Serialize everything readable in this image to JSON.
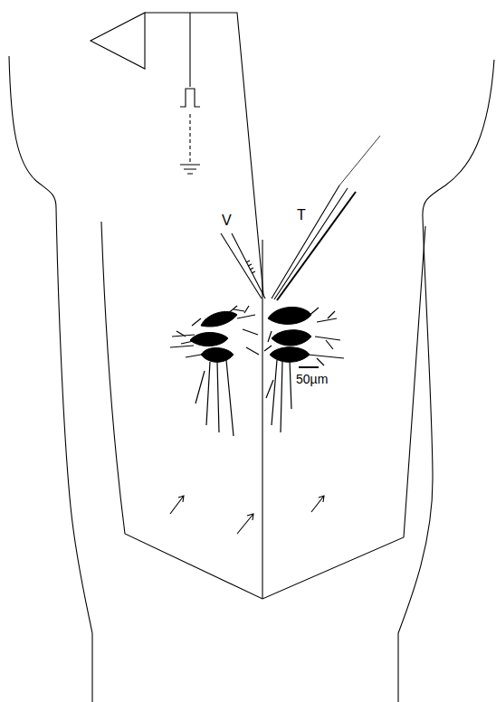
{
  "diagram": {
    "labels": [
      "V",
      "T",
      "50µm"
    ]
  }
}
